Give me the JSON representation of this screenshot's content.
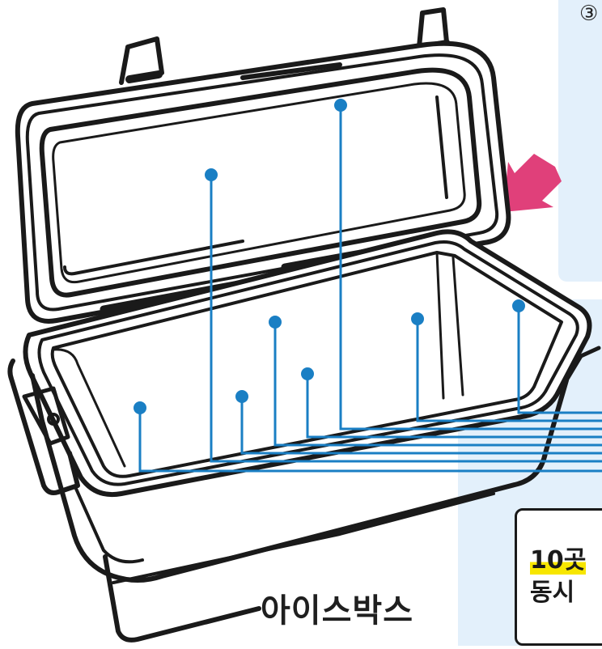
{
  "caption": "아이스박스",
  "callout": {
    "line1": "10곳",
    "line2": "동시"
  },
  "corner_mark": "③",
  "colors": {
    "leader_line": "#1a7fc4",
    "panel_bg": "#e3f0fb",
    "arrow": "#e0407a",
    "highlight": "#f7e600",
    "outline": "#1a1a1a"
  },
  "icons": [
    "ice-box",
    "arrow-down-left-icon"
  ]
}
